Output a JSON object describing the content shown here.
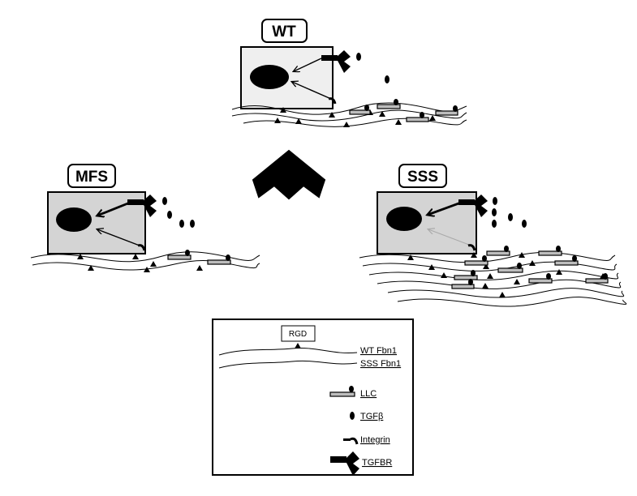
{
  "panels": {
    "wt": {
      "label": "WT"
    },
    "mfs": {
      "label": "MFS"
    },
    "sss": {
      "label": "SSS"
    }
  },
  "legend": {
    "rgd": "RGD",
    "wt_fbn1": "WT Fbn1",
    "sss_fbn1": "SSS Fbn1",
    "llc": "LLC",
    "tgfb": "TGFβ",
    "integrin": "Integrin",
    "tgfbr": "TGFBR"
  },
  "colors": {
    "cell_wt": "#efefef",
    "cell_disease": "#d4d4d4",
    "llc_fill": "#bdbdbd",
    "ink": "#000000"
  }
}
